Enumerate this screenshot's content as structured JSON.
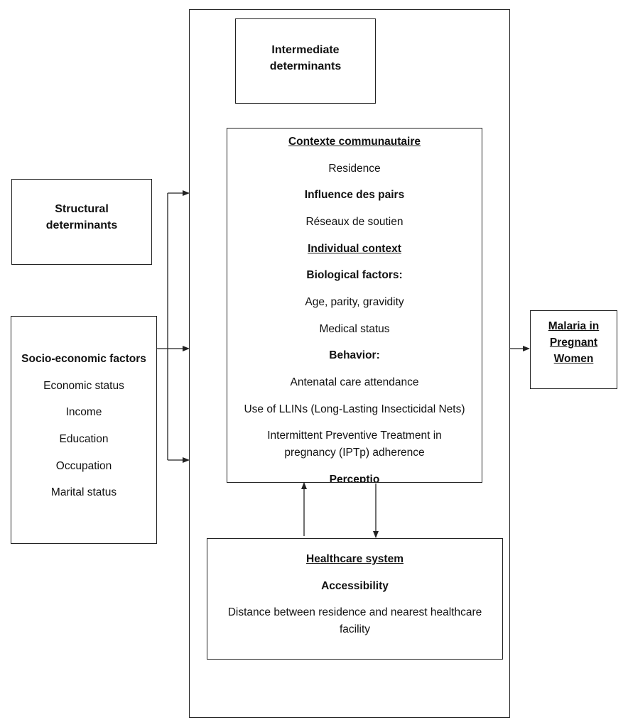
{
  "intermediate": {
    "title_line1": "Intermediate",
    "title_line2": "determinants"
  },
  "structural": {
    "title_line1": "Structural",
    "title_line2": "determinants"
  },
  "socio_economic": {
    "title": "Socio-economic factors",
    "items": [
      "Economic status",
      "Income",
      "Education",
      "Occupation",
      "Marital status"
    ]
  },
  "community": {
    "heading": "Contexte communautaire",
    "residence": "Residence",
    "peer_influence": "Influence des pairs",
    "support_networks": "Réseaux de soutien",
    "individual_heading": "Individual context",
    "biological_heading": "Biological factors:",
    "age_parity": "Age, parity, gravidity",
    "medical_status": "Medical status",
    "behavior_heading": "Behavior:",
    "antenatal": "Antenatal care attendance",
    "llin": "Use of LLINs (Long-Lasting Insecticidal Nets)",
    "iptp_line1": "Intermittent Preventive Treatment in",
    "iptp_line2": "pregnancy (IPTp) adherence",
    "cut_off": "Perceptio"
  },
  "healthcare": {
    "heading": "Healthcare system",
    "accessibility": "Accessibility",
    "distance_line1": "Distance between residence and nearest healthcare",
    "distance_line2": "facility"
  },
  "outcome": {
    "line1": "Malaria in",
    "line2": "Pregnant",
    "line3": "Women"
  }
}
